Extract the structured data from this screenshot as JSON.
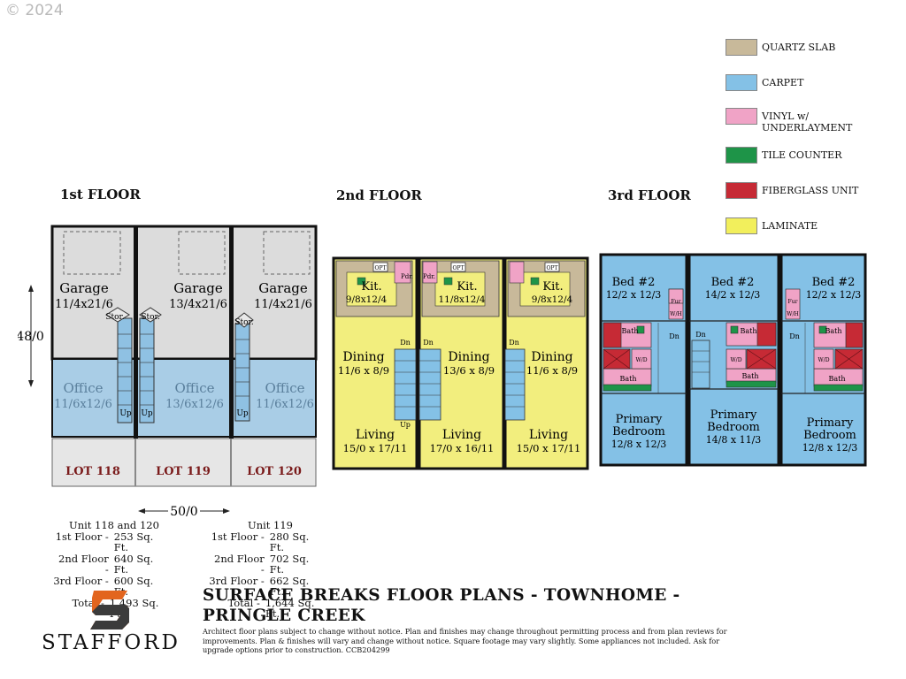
{
  "copyright": "© 2024",
  "legend": [
    {
      "label": "QUARTZ SLAB",
      "color": "#c8b99a"
    },
    {
      "label": "CARPET",
      "color": "#84c1e6"
    },
    {
      "label": "VINYL w/\nUNDERLAYMENT",
      "color": "#f0a3c6"
    },
    {
      "label": "TILE COUNTER",
      "color": "#1e9448"
    },
    {
      "label": "FIBERGLASS UNIT",
      "color": "#c62a35"
    },
    {
      "label": "LAMINATE",
      "color": "#f2ef5c"
    }
  ],
  "floors": {
    "first": {
      "title": "1st FLOOR",
      "dim_height": "48/0",
      "dim_width": "50/0",
      "units": [
        {
          "garage_label": "Garage",
          "garage_dim": "11/4x21/6",
          "office_label": "Office",
          "office_dim": "11/6x12/6",
          "lot": "LOT 118"
        },
        {
          "garage_label": "Garage",
          "garage_dim": "13/4x21/6",
          "office_label": "Office",
          "office_dim": "13/6x12/6",
          "lot": "LOT 119"
        },
        {
          "garage_label": "Garage",
          "garage_dim": "11/4x21/6",
          "office_label": "Office",
          "office_dim": "11/6x12/6",
          "lot": "LOT 120"
        }
      ],
      "stor": "Stor.",
      "up": "Up"
    },
    "second": {
      "title": "2nd FLOOR",
      "units": [
        {
          "kit": "Kit.",
          "kit_dim": "9/8x12/4",
          "dining": "Dining",
          "dining_dim": "11/6 x 8/9",
          "living": "Living",
          "living_dim": "15/0 x 17/11"
        },
        {
          "kit": "Kit.",
          "kit_dim": "11/8x12/4",
          "dining": "Dining",
          "dining_dim": "13/6 x 8/9",
          "living": "Living",
          "living_dim": "17/0 x 16/11"
        },
        {
          "kit": "Kit.",
          "kit_dim": "9/8x12/4",
          "dining": "Dining",
          "dining_dim": "11/6 x 8/9",
          "living": "Living",
          "living_dim": "15/0 x 17/11"
        }
      ],
      "opt": "OPT",
      "pdr": "Pdr.",
      "dn": "Dn",
      "up": "Up"
    },
    "third": {
      "title": "3rd FLOOR",
      "units": [
        {
          "bed2": "Bed #2",
          "bed2_dim": "12/2 x 12/3",
          "primary": "Primary\nBedroom",
          "primary_dim": "12/8 x 12/3"
        },
        {
          "bed2": "Bed #2",
          "bed2_dim": "14/2 x 12/3",
          "primary": "Primary\nBedroom",
          "primary_dim": "14/8 x 11/3"
        },
        {
          "bed2": "Bed #2",
          "bed2_dim": "12/2 x 12/3",
          "primary": "Primary\nBedroom",
          "primary_dim": "12/8 x 12/3"
        }
      ],
      "bath": "Bath",
      "fur": "Fur",
      "wh": "W/H",
      "wd": "W/D",
      "dn": "Dn"
    }
  },
  "unit_areas": [
    {
      "heading": "Unit 118 and 120",
      "rows": [
        [
          "1st Floor -",
          "253 Sq. Ft."
        ],
        [
          "2nd Floor -",
          "640 Sq. Ft."
        ],
        [
          "3rd Floor -",
          "600 Sq. Ft."
        ],
        [
          "Total -",
          "1,493 Sq. Ft."
        ]
      ]
    },
    {
      "heading": "Unit 119",
      "rows": [
        [
          "1st Floor -",
          "280 Sq. Ft."
        ],
        [
          "2nd Floor -",
          "702 Sq. Ft."
        ],
        [
          "3rd Floor -",
          "662 Sq. Ft."
        ],
        [
          "Total -",
          "1,644 Sq. Ft."
        ]
      ]
    }
  ],
  "plan_title_line1": "SURFACE BREAKS FLOOR PLANS - TOWNHOME -",
  "plan_title_line2": "PRINGLE CREEK",
  "disclaimer": "Architect floor plans subject to change without notice.  Plan and finishes may change throughout permitting process and from plan reviews for improvements. Plan & finishes will vary and change without notice.  Square footage may vary slightly.  Some appliances not included.  Ask for upgrade options prior to construction.  CCB204299",
  "brand": "STAFFORD"
}
